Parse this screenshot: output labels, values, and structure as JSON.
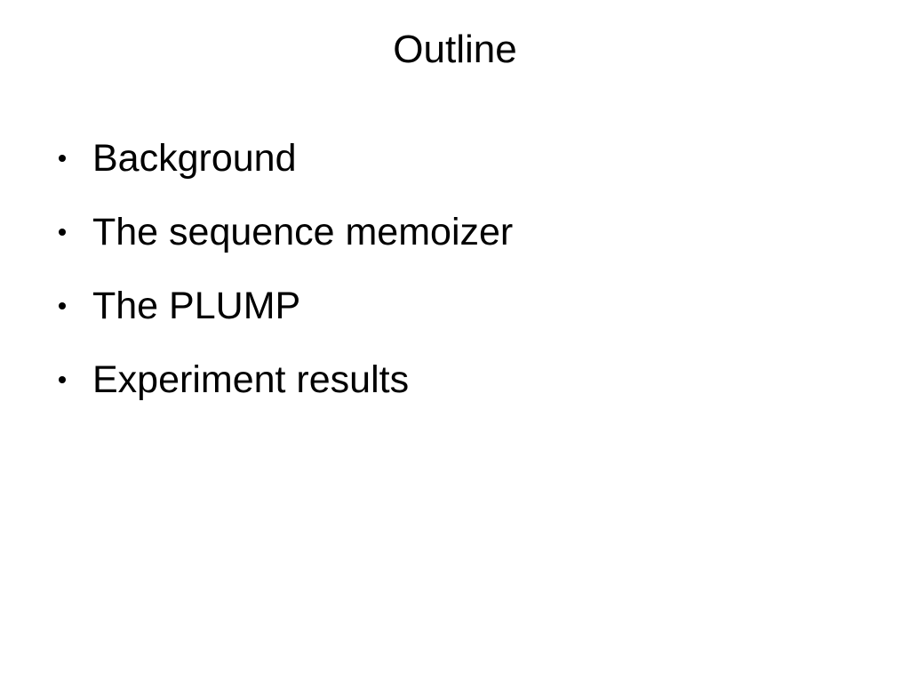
{
  "slide": {
    "title": "Outline",
    "bullets": [
      "Background",
      "The sequence memoizer",
      "The PLUMP",
      "Experiment results"
    ]
  }
}
